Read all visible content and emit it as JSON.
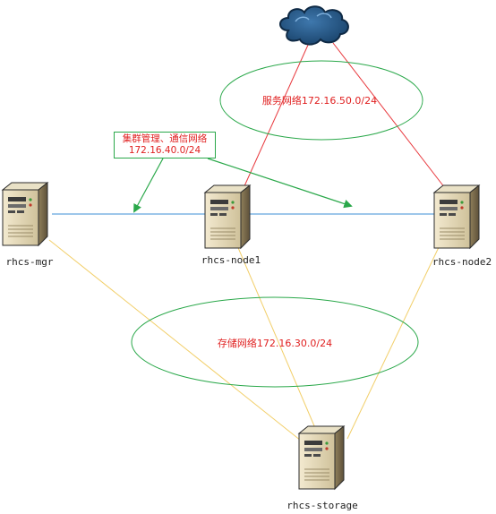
{
  "nodes": {
    "mgr": "rhcs-mgr",
    "node1": "rhcs-node1",
    "node2": "rhcs-node2",
    "storage": "rhcs-storage"
  },
  "networks": {
    "service": "服务网络172.16.50.0/24",
    "management_line1": "集群管理、通信网络",
    "management_line2": "172.16.40.0/24",
    "storage": "存储网络172.16.30.0/24"
  },
  "colors": {
    "service_link": "#e8383d",
    "management_link": "#3b8fd4",
    "storage_link": "#f2cf6a",
    "ellipse": "#2aa84a",
    "label_text": "#e02020",
    "cloud": "#1d4f7e"
  },
  "icons": [
    "cloud-icon",
    "server-icon"
  ]
}
